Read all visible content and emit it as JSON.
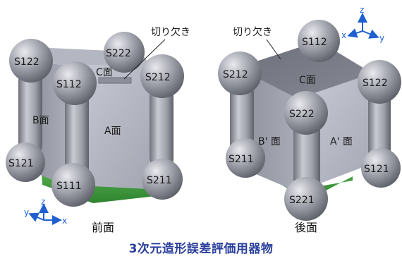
{
  "front_view": {
    "caption": "前面",
    "cut_label": "切り欠き",
    "face_labels": [
      "A面",
      "B面",
      "C面"
    ],
    "spheres": [
      "S122",
      "S222",
      "S112",
      "S212",
      "S121",
      "S111",
      "S211"
    ],
    "axes": {
      "z": "z",
      "y": "y",
      "x": "x"
    }
  },
  "back_view": {
    "caption": "後面",
    "cut_label": "切り欠き",
    "face_labels": [
      "C面",
      "B' 面",
      "A' 面"
    ],
    "spheres": [
      "S112",
      "S212",
      "S122",
      "S222",
      "S211",
      "S121",
      "S221"
    ],
    "axes": {
      "z": "z",
      "y": "y",
      "x": "x"
    }
  },
  "caption": "3次元造形誤差評価用器物",
  "colors": {
    "sphere": "#9a9ca6",
    "cube_light": "#bcbfca",
    "cube_dark": "#7f828d",
    "base_green": "#3f9a3c",
    "caption_blue": "#2a3f9c",
    "axis_blue": "#1f5fd0"
  }
}
